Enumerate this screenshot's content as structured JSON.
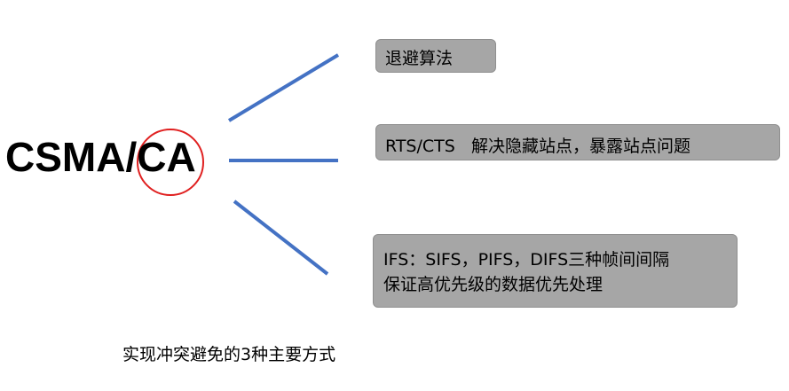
{
  "title": "CSMA/CA",
  "branches": [
    {
      "id": "backoff",
      "lines": [
        "退避算法"
      ]
    },
    {
      "id": "rts-cts",
      "lines": [
        "RTS/CTS   解决隐藏站点，暴露站点问题"
      ]
    },
    {
      "id": "ifs",
      "lines": [
        "IFS：SIFS，PIFS，DIFS三种帧间间隔",
        "保证高优先级的数据优先处理"
      ]
    }
  ],
  "caption": "实现冲突避免的3种主要方式",
  "colors": {
    "connector": "#4472c4",
    "highlight_circle": "#e02020",
    "box_fill": "#a6a6a6",
    "text": "#000000"
  }
}
